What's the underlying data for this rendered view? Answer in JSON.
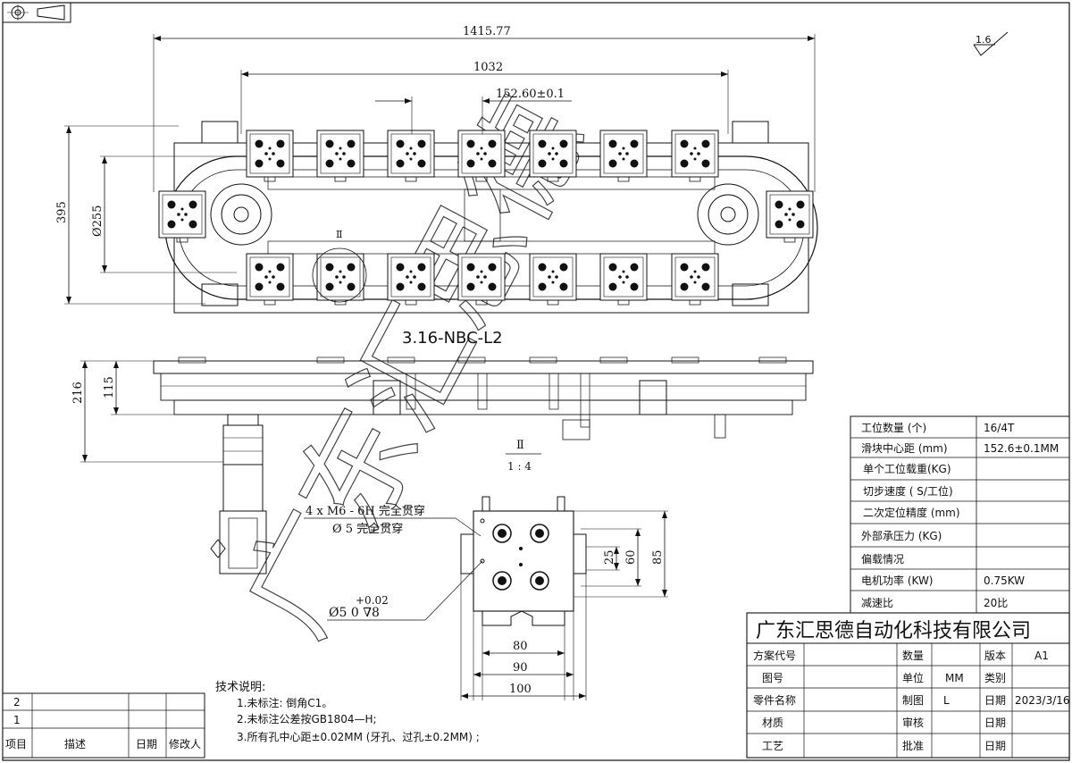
{
  "dimensions": {
    "overall_length": "1415.77",
    "pitch_length": "1032",
    "station_spacing": "152.60±0.1",
    "height_395": "395",
    "diameter_255": "Ø255",
    "height_216": "216",
    "height_115": "115",
    "detail_25": "25",
    "detail_60": "60",
    "detail_85": "85",
    "detail_80": "80",
    "detail_90": "90",
    "detail_100": "100",
    "tol_upper": "+0.02",
    "bore_callout": "Ø5  0  ∇8"
  },
  "roughness": "1.6",
  "model_label": "3.16-NBC-L2",
  "detail_view": {
    "id": "Ⅱ",
    "scale": "1 : 4"
  },
  "section_mark": "Ⅱ",
  "hole_callout": {
    "line1": "4 x  M6 - 6H 完全贯穿",
    "line2": "Ø 5 完全贯穿"
  },
  "watermark": "广东汇思德",
  "spec_table": [
    {
      "label": "工位数量 (个)",
      "value": "16/4T"
    },
    {
      "label": "滑块中心距 (mm)",
      "value": "152.6±0.1MM"
    },
    {
      "label": "单个工位载重(KG)",
      "value": ""
    },
    {
      "label": "切步速度 ( S/工位)",
      "value": ""
    },
    {
      "label": "二次定位精度 (mm)",
      "value": ""
    },
    {
      "label": "外部承压力 (KG)",
      "value": ""
    },
    {
      "label": "偏载情况",
      "value": ""
    },
    {
      "label": "电机功率 (KW)",
      "value": "0.75KW"
    },
    {
      "label": "减速比",
      "value": "20比"
    }
  ],
  "title_block": {
    "company": "广东汇思德自动化科技有限公司",
    "rows": [
      [
        "方案代号",
        "",
        "数量",
        "",
        "版本",
        "A1"
      ],
      [
        "图号",
        "",
        "单位",
        "MM",
        "类别",
        ""
      ],
      [
        "零件名称",
        "",
        "制图",
        "L",
        "日期",
        "2023/3/16"
      ],
      [
        "材质",
        "",
        "审核",
        "",
        "日期",
        ""
      ],
      [
        "工艺",
        "",
        "批准",
        "",
        "日期",
        ""
      ]
    ]
  },
  "tech_notes": {
    "title": "技术说明:",
    "lines": [
      "1.未标注: 倒角C1。",
      "2.未标注公差按GB1804—H;",
      "3.所有孔中心距±0.02MM (牙孔、过孔±0.2MM) ;"
    ]
  },
  "revision_table": {
    "rows": [
      "2",
      "1"
    ],
    "headers": [
      "项目",
      "描述",
      "日期",
      "修改人"
    ]
  }
}
